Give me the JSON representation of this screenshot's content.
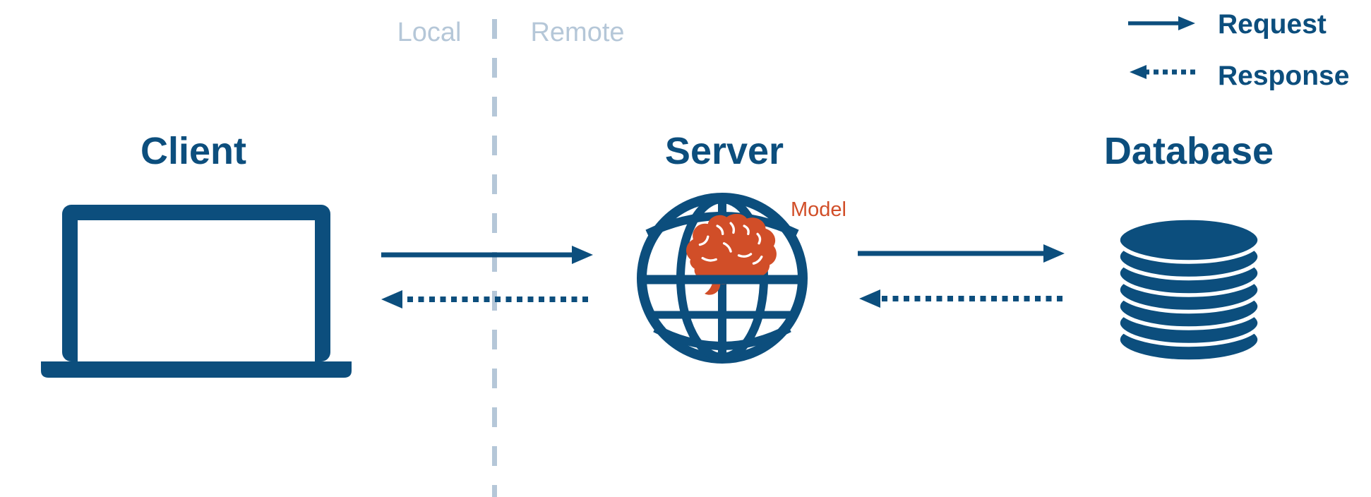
{
  "diagram_title": "Client Server Database architecture diagram",
  "colors": {
    "primary": "#0C4E7D",
    "orange": "#D14E28",
    "muted": "#B5C7D8",
    "bg": "#FFFFFF"
  },
  "divider": {
    "local_label": "Local",
    "remote_label": "Remote",
    "style": "vertical dashed line"
  },
  "legend": {
    "request_label": "Request",
    "request_style": "solid arrow right",
    "response_label": "Response",
    "response_style": "dotted arrow left"
  },
  "client": {
    "label": "Client",
    "icon": "laptop-icon"
  },
  "server": {
    "label": "Server",
    "icon": "globe-icon",
    "model_label": "Model",
    "model_icon": "brain-icon"
  },
  "database": {
    "label": "Database",
    "icon": "database-cylinder-icon"
  },
  "arrows": {
    "client_to_server": "request (solid, left-to-right)",
    "server_to_client": "response (dotted, right-to-left)",
    "server_to_database": "request (solid, left-to-right)",
    "database_to_server": "response (dotted, right-to-left)"
  }
}
